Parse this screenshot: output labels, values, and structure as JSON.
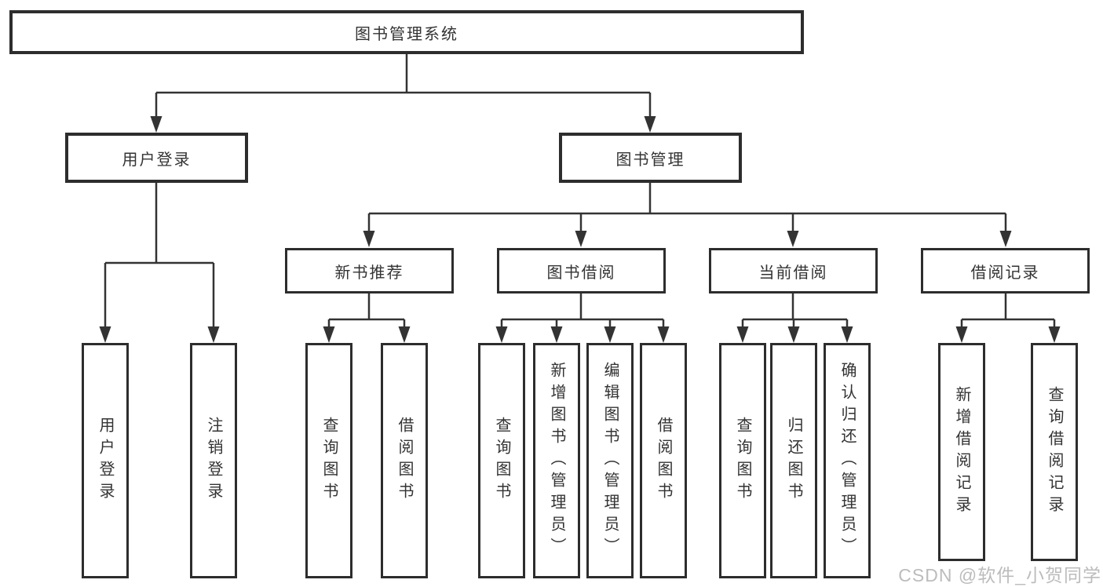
{
  "colors": {
    "line": "#333333",
    "box_border": "#2d2d2d",
    "box_fill": "#ffffff",
    "text": "#333333",
    "watermark": "#a5a5a5"
  },
  "watermark": "CSDN @软件_小贺同学",
  "tree": {
    "root": "图书管理系统",
    "children": [
      {
        "label": "用户登录",
        "children": [
          "用户登录",
          "注销登录"
        ]
      },
      {
        "label": "图书管理",
        "children": [
          {
            "label": "新书推荐",
            "children": [
              "查询图书",
              "借阅图书"
            ]
          },
          {
            "label": "图书借阅",
            "children": [
              "查询图书",
              "新增图书（管理员）",
              "编辑图书（管理员）",
              "借阅图书"
            ]
          },
          {
            "label": "当前借阅",
            "children": [
              "查询图书",
              "归还图书",
              "确认归还（管理员）"
            ]
          },
          {
            "label": "借阅记录",
            "children": [
              "新增借阅记录",
              "查询借阅记录"
            ]
          }
        ]
      }
    ]
  }
}
